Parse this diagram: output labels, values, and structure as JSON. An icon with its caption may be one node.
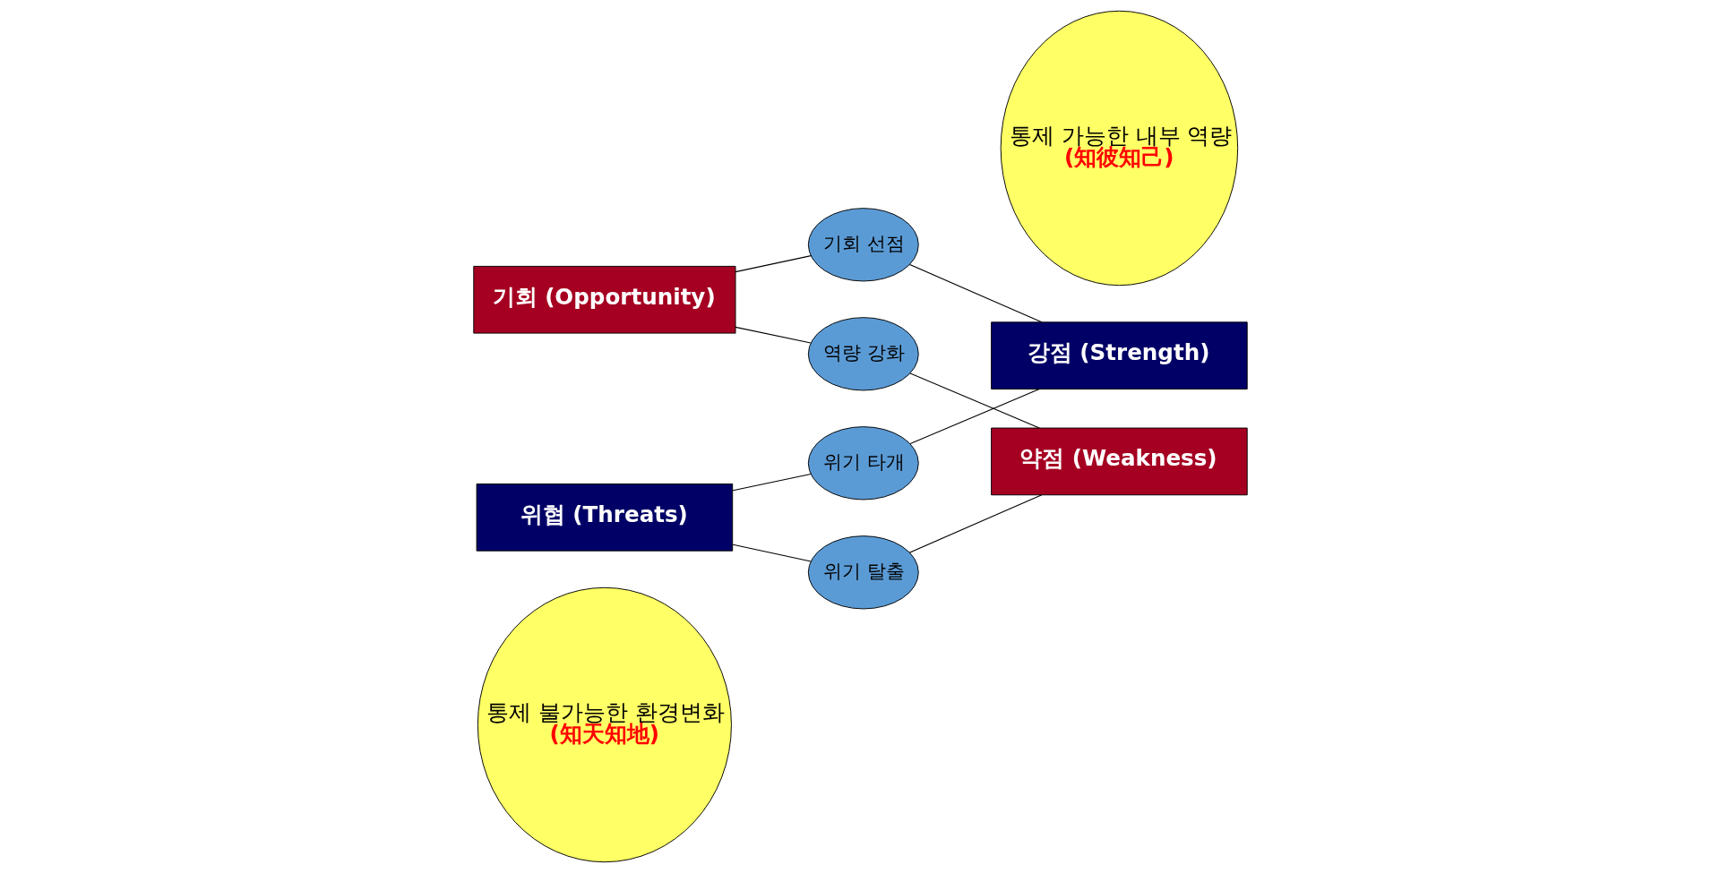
{
  "diagram": {
    "nodes": [
      {
        "text": [
          "통제 불가능한 환경변화",
          "(知天知地)"
        ]
      },
      {
        "text": [
          "기회 (Opportunity)"
        ]
      },
      {
        "text": [
          "위협 (Threats)"
        ]
      },
      {
        "text": [
          "통제 가능한 내부 역량",
          "(知彼知己)"
        ]
      },
      {
        "text": [
          "강점 (Strength)"
        ]
      },
      {
        "text": [
          "약점 (Weakness)"
        ]
      },
      {
        "text": [
          "기회 선점"
        ]
      },
      {
        "text": [
          "위기 타개"
        ]
      },
      {
        "text": [
          "역량 강화"
        ]
      },
      {
        "text": [
          "위기 탈출"
        ]
      }
    ],
    "edges": [
      {
        "from": 1,
        "to": 6,
        "arrow": "none"
      },
      {
        "from": 6,
        "to": 4,
        "arrow": "none"
      },
      {
        "from": 1,
        "to": 8,
        "arrow": "none"
      },
      {
        "from": 8,
        "to": 5,
        "arrow": "none"
      },
      {
        "from": 2,
        "to": 7,
        "arrow": "none"
      },
      {
        "from": 7,
        "to": 4,
        "arrow": "none"
      },
      {
        "from": 2,
        "to": 9,
        "arrow": "none"
      },
      {
        "from": 9,
        "to": 5,
        "arrow": "none"
      }
    ]
  }
}
